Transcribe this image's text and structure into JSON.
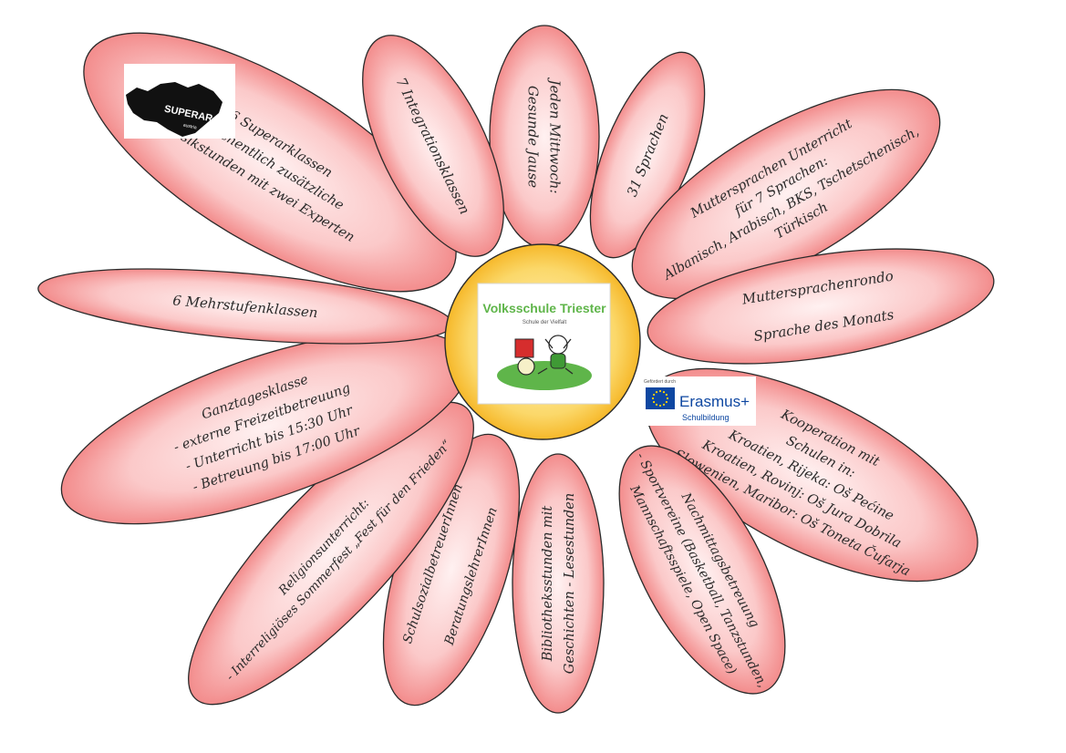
{
  "center": {
    "school_name": "Volksschule Triester",
    "school_subtitle": "Schule der Vielfalt"
  },
  "petals": [
    {
      "id": "jause",
      "lines": [
        "Jeden Mittwoch:",
        "Gesunde Jause"
      ]
    },
    {
      "id": "sprachen",
      "lines": [
        "31 Sprachen"
      ]
    },
    {
      "id": "mutter-unterricht",
      "lines": [
        "Muttersprachen Unterricht",
        "für 7 Sprachen:",
        "Albanisch, Arabisch, BKS, Tschetschenisch,",
        "Türkisch"
      ]
    },
    {
      "id": "rondo",
      "lines": [
        "Muttersprachenrondo",
        "",
        "Sprache des Monats"
      ]
    },
    {
      "id": "kooperation",
      "lines": [
        "Kooperation mit",
        "Schulen in:",
        "Kroatien, Rijeka: Oš Pećine",
        "Kroatien, Rovinj: Oš Jura Dobrila",
        "Slowenien, Maribor: Oš Toneta Čufarja"
      ]
    },
    {
      "id": "nachmittag",
      "lines": [
        "Nachmittagsbetreuung",
        "- Sportvereine (Basketball, Tanzstunden,",
        "Mannschaftsspiele, Open Space)"
      ]
    },
    {
      "id": "bibliothek",
      "lines": [
        "Bibliotheksstunden mit",
        "Geschichten - Lesestunden"
      ]
    },
    {
      "id": "beratung",
      "lines": [
        "SchulsozialbetreuerInnen",
        "",
        "BeratungslehrerInnen"
      ]
    },
    {
      "id": "religion",
      "lines": [
        "Religionsunterricht:",
        "- Interreligiöses Sommerfest „Fest für den Frieden“"
      ]
    },
    {
      "id": "ganztag",
      "lines": [
        "Ganztagesklasse",
        "- externe Freizeitbetreuung",
        "- Unterricht bis 15:30 Uhr",
        "- Betreuung bis 17:00 Uhr"
      ]
    },
    {
      "id": "mehrstufen",
      "lines": [
        "6 Mehrstufenklassen"
      ]
    },
    {
      "id": "superar",
      "lines": [
        "6 Superarklassen",
        "- Wöchentlich zusätzliche",
        "Musikstunden mit zwei Experten"
      ]
    },
    {
      "id": "integration",
      "lines": [
        "7 Integrationsklassen"
      ]
    }
  ],
  "superar_logo": {
    "name": "SUPERAR",
    "sub": "austria"
  },
  "erasmus_logo": {
    "funded": "Gefördert durch",
    "name": "Erasmus+",
    "sub": "Schulbildung"
  },
  "colors": {
    "petal_light": "#fff1f1",
    "petal_dark": "#f07a7a",
    "petal_stroke": "#2a2a2a",
    "center_light": "#fff6c8",
    "center_dark": "#f6b82a",
    "school_green": "#5fb54a",
    "eu_blue": "#0e47a1",
    "eu_star": "#ffd200"
  }
}
